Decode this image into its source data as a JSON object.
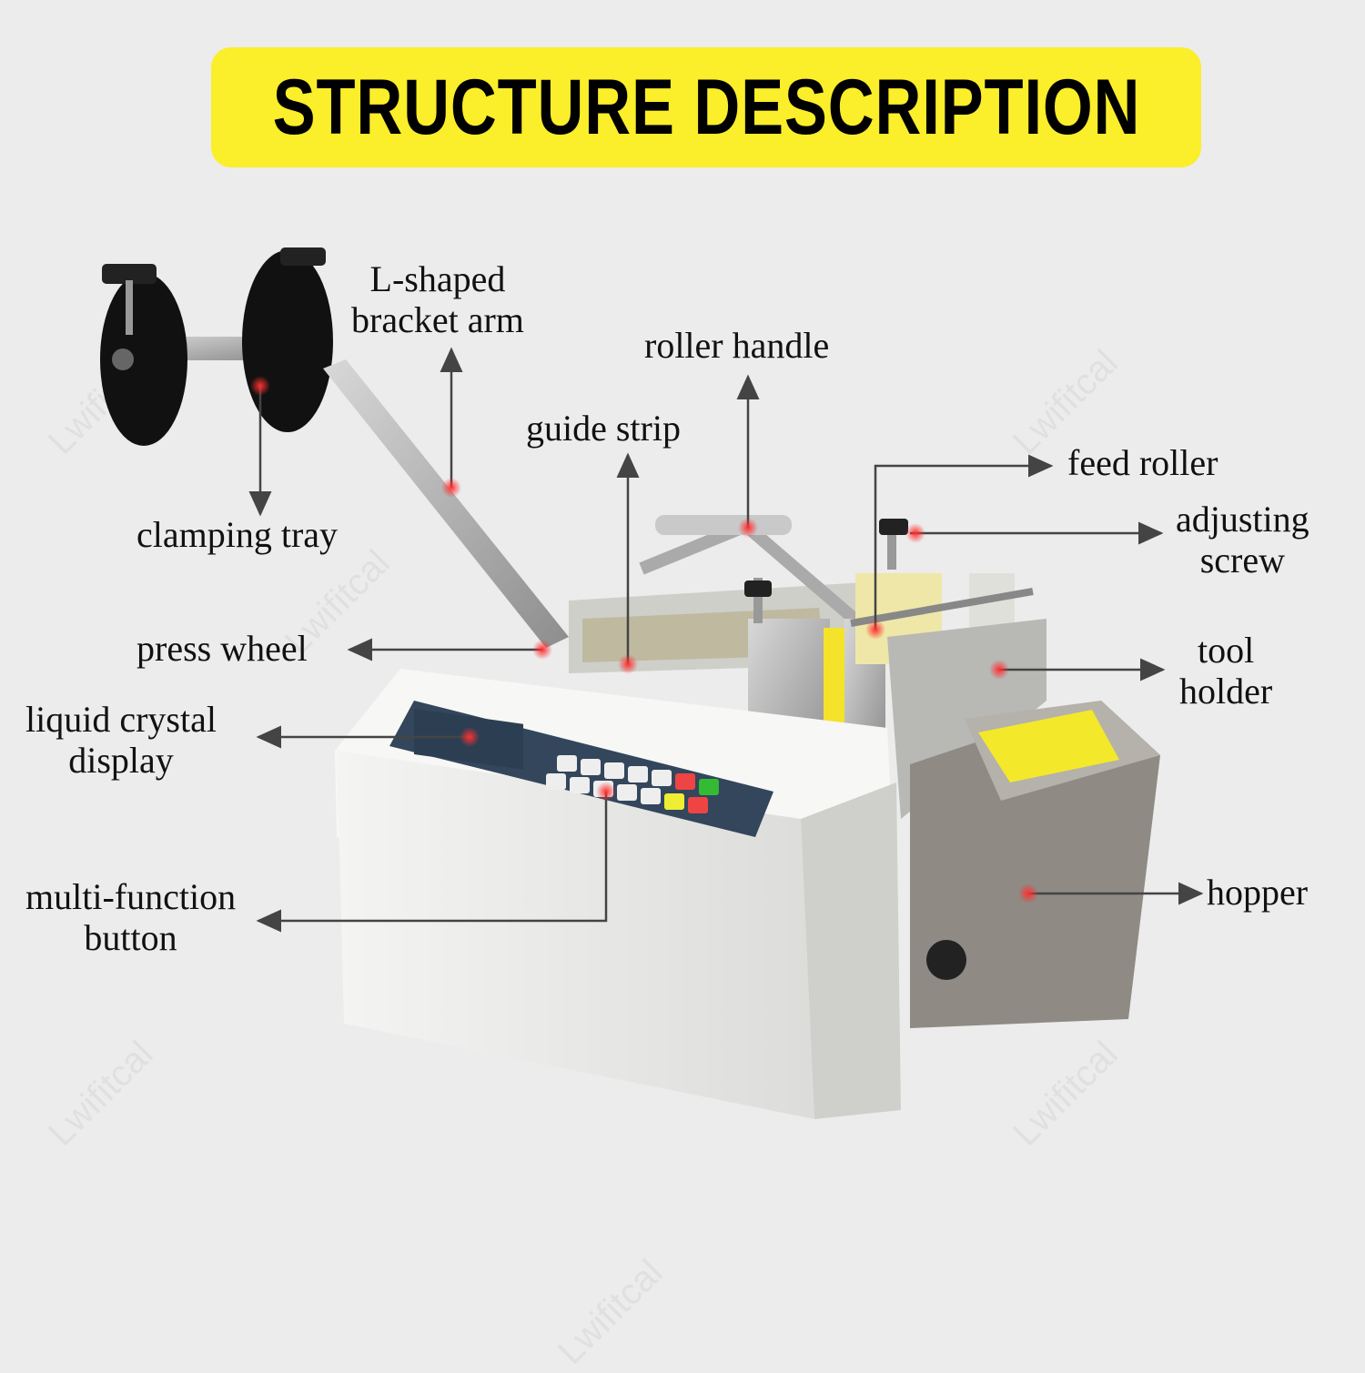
{
  "banner": {
    "title": "STRUCTURE DESCRIPTION",
    "background": "#fbee2a",
    "text_color": "#000000"
  },
  "watermark": "Lwifitcal",
  "marker_color": "#ff2020",
  "labels": {
    "l_shaped_bracket_arm": {
      "line1": "L-shaped",
      "line2": "bracket arm"
    },
    "roller_handle": {
      "line1": "roller handle"
    },
    "guide_strip": {
      "line1": "guide strip"
    },
    "clamping_tray": {
      "line1": "clamping tray"
    },
    "feed_roller": {
      "line1": "feed roller"
    },
    "adjusting_screw": {
      "line1": "adjusting",
      "line2": "screw"
    },
    "press_wheel": {
      "line1": "press wheel"
    },
    "tool_holder": {
      "line1": "tool",
      "line2": "holder"
    },
    "liquid_crystal_display": {
      "line1": "liquid crystal",
      "line2": "display"
    },
    "multi_function_button": {
      "line1": "multi-function",
      "line2": "button"
    },
    "hopper": {
      "line1": "hopper"
    }
  }
}
